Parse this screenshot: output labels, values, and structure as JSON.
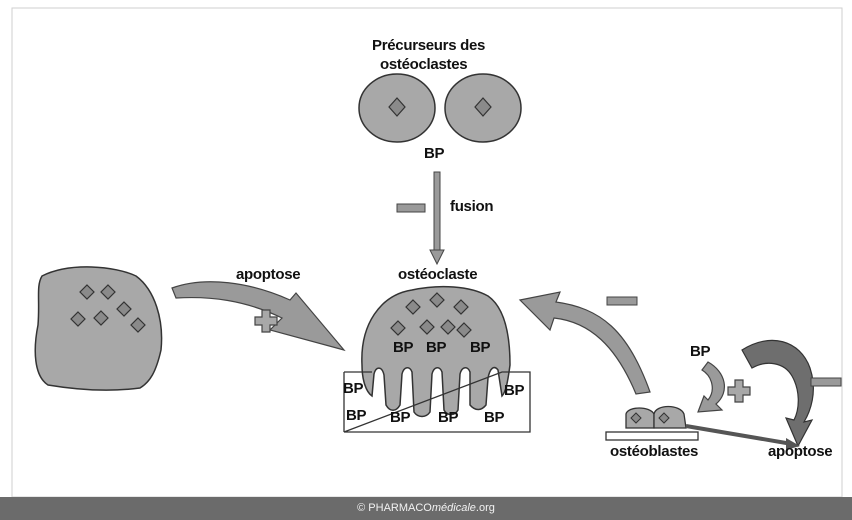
{
  "labels": {
    "precursors_line1": "Précurseurs des",
    "precursors_line2": "ostéoclastes",
    "bp": "BP",
    "fusion": "fusion",
    "osteoclaste": "ostéoclaste",
    "apoptose_left": "apoptose",
    "osteoblastes": "ostéoblastes",
    "apoptose_right": "apoptose"
  },
  "footer": {
    "copyright": "©",
    "brand": "PHARMACO",
    "brand_italic": "médicale",
    "domain": ".org"
  },
  "colors": {
    "cell_fill": "#a8a8a8",
    "nucleus_fill": "#8a8a8a",
    "arrow_fill": "#9a9a9a",
    "dark_arrow": "#6e6e6e",
    "footer_bg": "#6b6b6b"
  }
}
